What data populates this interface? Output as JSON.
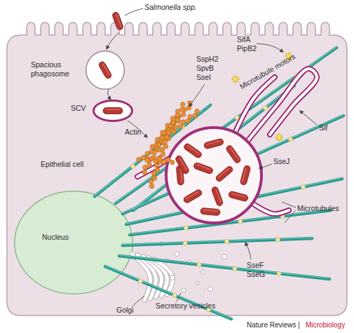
{
  "diagram": {
    "nodes": [
      {
        "text": [
          "Epithelial cell"
        ]
      },
      {
        "text": [
          "Spacious phagosome"
        ],
        "in": 0
      },
      {
        "text": [
          "SCV"
        ],
        "in": 0
      },
      {
        "text": [
          "Nucleus"
        ],
        "in": 0
      }
    ],
    "edges": [
      {
        "from": 1,
        "to": 2,
        "arrow": "to"
      }
    ],
    "labels": [
      "Salmonella spp.",
      "SspH2",
      "SpvB",
      "SseI",
      "SifA",
      "PipB2",
      "Microtubule motors",
      "Sif",
      "Actin",
      "SseJ",
      "Microtubules",
      "SseF",
      "SseG",
      "Golgi",
      "Secretory vesicles",
      "Nature Reviews |",
      "Microbiology"
    ]
  }
}
